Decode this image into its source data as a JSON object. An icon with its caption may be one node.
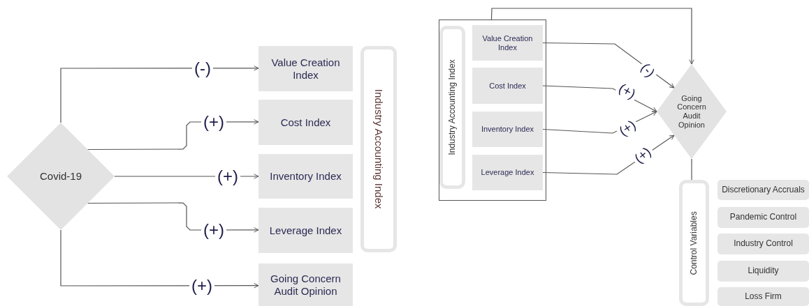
{
  "diagram": {
    "nodes": [
      {
        "text": [
          "Covid-19"
        ]
      },
      {
        "text": [
          "Value Creation Index"
        ]
      },
      {
        "text": [
          "Cost Index"
        ]
      },
      {
        "text": [
          "Inventory Index"
        ]
      },
      {
        "text": [
          "Leverage Index"
        ]
      },
      {
        "text": [
          "Going Concern Audit Opinion"
        ]
      },
      {
        "text": [
          "Industry Accounting Index"
        ]
      },
      {
        "text": [],
        "shape": "box"
      },
      {
        "text": [
          "Industry Accounting Index"
        ],
        "in": 7
      },
      {
        "text": [
          "Value Creation Index"
        ],
        "in": 7
      },
      {
        "text": [
          "Cost Index"
        ],
        "in": 7
      },
      {
        "text": [
          "Inventory Index"
        ],
        "in": 7
      },
      {
        "text": [
          "Leverage Index"
        ],
        "in": 7
      },
      {
        "text": [
          "Going Concern Audit Opinion"
        ]
      },
      {
        "text": [
          "Control Variables"
        ]
      },
      {
        "text": [
          "Discretionary Accruals"
        ]
      },
      {
        "text": [
          "Pandemic Control"
        ]
      },
      {
        "text": [
          "Industry Control"
        ]
      },
      {
        "text": [
          "Liquidity"
        ]
      },
      {
        "text": [
          "Loss Firm"
        ]
      }
    ],
    "edges": [
      {
        "from": 0,
        "to": 1,
        "arrow": "to",
        "label": "(-)"
      },
      {
        "from": 0,
        "to": 2,
        "arrow": "to",
        "label": "(+)"
      },
      {
        "from": 0,
        "to": 3,
        "arrow": "to",
        "label": "(+)"
      },
      {
        "from": 0,
        "to": 4,
        "arrow": "to",
        "label": "(+)"
      },
      {
        "from": 0,
        "to": 5,
        "arrow": "to",
        "label": "(+)"
      },
      {
        "from": 9,
        "to": 13,
        "arrow": "to",
        "label": "(-)"
      },
      {
        "from": 10,
        "to": 13,
        "arrow": "to",
        "label": "(+)"
      },
      {
        "from": 11,
        "to": 13,
        "arrow": "to",
        "label": "(+)"
      },
      {
        "from": 12,
        "to": 13,
        "arrow": "to",
        "label": "(+)"
      },
      {
        "from": 7,
        "to": 13,
        "arrow": "to"
      },
      {
        "from": 13,
        "to": 14,
        "arrow": "none"
      }
    ]
  }
}
